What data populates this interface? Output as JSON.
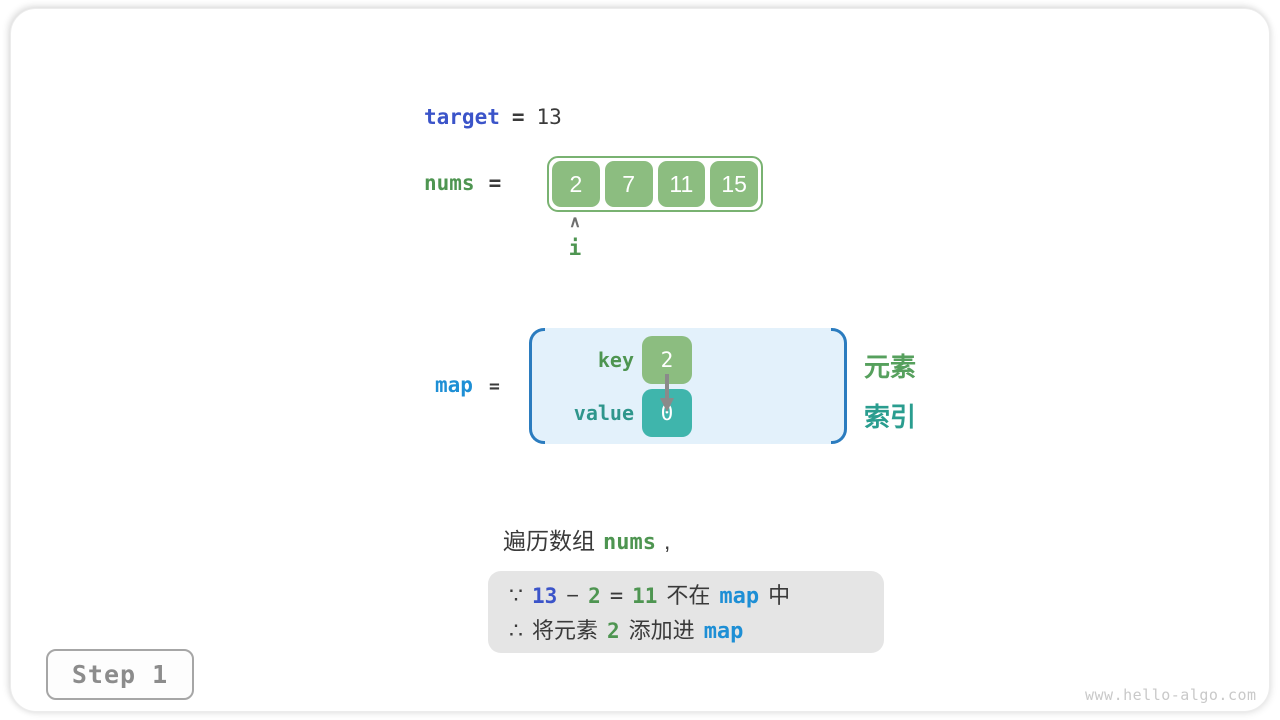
{
  "colors": {
    "blue-indigo": "#3b54c9",
    "blue-bright": "#1e8fd5",
    "green-text": "#4e9551",
    "teal-text": "#2f968c",
    "green-cell": "#8cbd80",
    "green-border": "#79b271",
    "teal-cell": "#3fb5ac",
    "map-bg": "#e3f1fb",
    "map-bracket": "#2b7cbf",
    "dark-text": "#3a3a3a",
    "gray-box": "#e5e5e5",
    "legend-green": "#56a05d",
    "legend-teal": "#2a9d8f",
    "step-gray": "#8c8c8c",
    "watermark-gray": "#c9c9c9"
  },
  "header": {
    "target_label": "target",
    "equals": "=",
    "target_value": "13"
  },
  "nums": {
    "label": "nums",
    "equals": "=",
    "values": [
      "2",
      "7",
      "11",
      "15"
    ],
    "pointer_caret": "∧",
    "pointer_label": "i"
  },
  "map": {
    "label": "map",
    "equals": "=",
    "key_label": "key",
    "value_label": "value",
    "key_value": "2",
    "value_value": "0"
  },
  "legend": {
    "element": "元素",
    "index": "索引"
  },
  "caption": {
    "prefix": "遍历数组",
    "code": "nums",
    "comma": ","
  },
  "reason": {
    "because_symbol": "∵",
    "target_value": "13",
    "minus": "−",
    "element_value": "2",
    "equals": "=",
    "difference": "11",
    "not_in_text": "不在",
    "map_code": "map",
    "in_suffix": "中",
    "therefore_symbol": "∴",
    "add_prefix": "将元素",
    "add_element": "2",
    "add_middle": "添加进",
    "add_map_code": "map"
  },
  "footer": {
    "step_label": "Step 1",
    "watermark": "www.hello-algo.com"
  }
}
